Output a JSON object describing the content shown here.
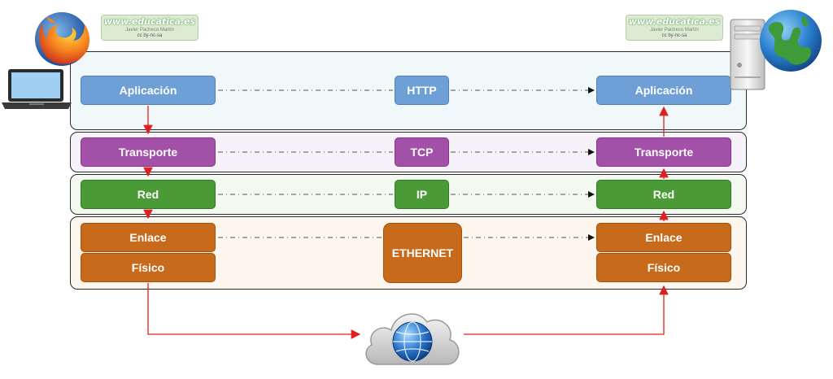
{
  "logos": [
    {
      "text": "www.educatica.es",
      "author": "Javier Pacheco Martín",
      "license": "cc by-nc-sa"
    },
    {
      "text": "www.educatica.es",
      "author": "Javier Pacheco Martín",
      "license": "cc by-nc-sa"
    }
  ],
  "layers": {
    "application": {
      "left": "Aplicación",
      "protocol": "HTTP",
      "right": "Aplicación"
    },
    "transport": {
      "left": "Transporte",
      "protocol": "TCP",
      "right": "Transporte"
    },
    "network": {
      "left": "Red",
      "protocol": "IP",
      "right": "Red"
    },
    "link": {
      "left": "Enlace",
      "protocol": "ETHERNET",
      "right": "Enlace"
    },
    "physical": {
      "left": "Físico",
      "right": "Físico"
    }
  },
  "colors": {
    "application": "#6e9fd6",
    "transport": "#a350a9",
    "network": "#4a9a37",
    "link_physical": "#c86a1c",
    "flow_arrow": "#e02020"
  },
  "icons": [
    "firefox-icon",
    "laptop-icon",
    "server-icon",
    "globe-icon",
    "cloud-internet-icon"
  ]
}
